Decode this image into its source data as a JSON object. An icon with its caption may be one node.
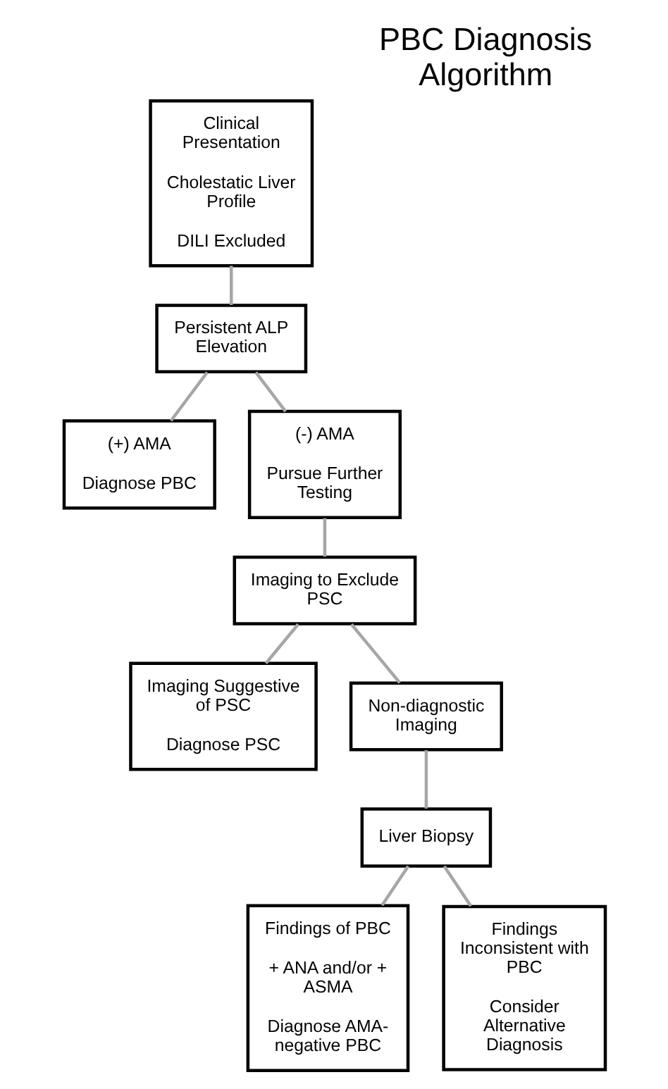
{
  "diagram": {
    "title": "PBC Diagnosis Algorithm",
    "nodes": [
      {
        "text": [
          "Clinical Presentation",
          "Cholestatic Liver Profile",
          "DILI Excluded"
        ]
      },
      {
        "text": [
          "Persistent ALP Elevation"
        ]
      },
      {
        "text": [
          "(+) AMA",
          "Diagnose PBC"
        ]
      },
      {
        "text": [
          "(-) AMA",
          "Pursue Further Testing"
        ]
      },
      {
        "text": [
          "Imaging to Exclude PSC"
        ]
      },
      {
        "text": [
          "Imaging Suggestive of PSC",
          "Diagnose PSC"
        ]
      },
      {
        "text": [
          "Non-diagnostic Imaging"
        ]
      },
      {
        "text": [
          "Liver Biopsy"
        ]
      },
      {
        "text": [
          "Findings of PBC",
          "+ ANA and/or + ASMA",
          "Diagnose AMA-negative PBC"
        ]
      },
      {
        "text": [
          "Findings Inconsistent with PBC",
          "Consider Alternative Diagnosis"
        ]
      }
    ],
    "edges": [
      {
        "from": 0,
        "to": 1,
        "arrow": "none"
      },
      {
        "from": 1,
        "to": 2,
        "arrow": "none"
      },
      {
        "from": 1,
        "to": 3,
        "arrow": "none"
      },
      {
        "from": 3,
        "to": 4,
        "arrow": "none"
      },
      {
        "from": 4,
        "to": 5,
        "arrow": "none"
      },
      {
        "from": 4,
        "to": 6,
        "arrow": "none"
      },
      {
        "from": 6,
        "to": 7,
        "arrow": "none"
      },
      {
        "from": 7,
        "to": 8,
        "arrow": "none"
      },
      {
        "from": 7,
        "to": 9,
        "arrow": "none"
      }
    ]
  }
}
